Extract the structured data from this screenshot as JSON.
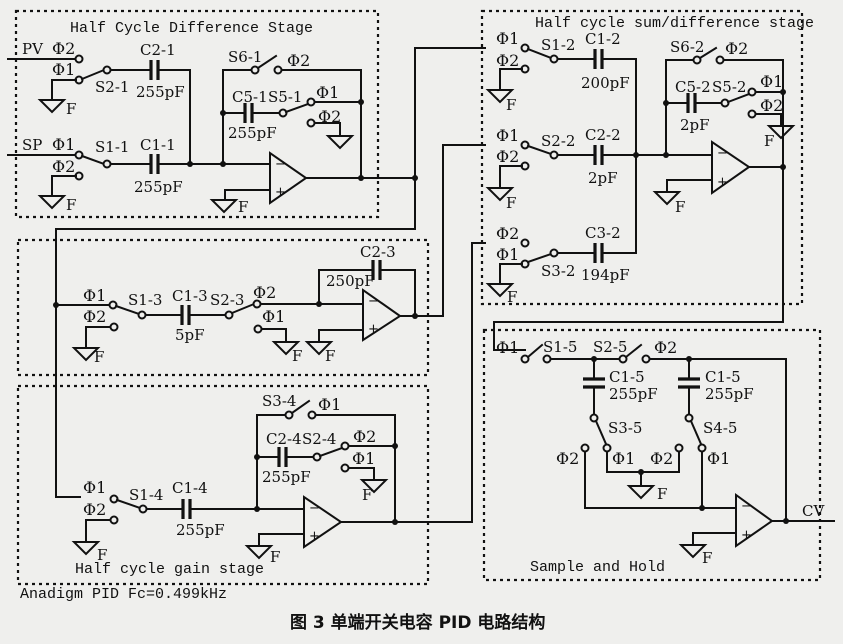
{
  "figure": {
    "caption": "图 3   单端开关电容 PID 电路结构",
    "note": "Anadigm PID Fc=0.499kHz"
  },
  "signals": {
    "pv": "PV",
    "sp": "SP",
    "cv": "CV"
  },
  "phases": {
    "p1": "Φ1",
    "p2": "Φ2"
  },
  "ground_label": "F",
  "stages": {
    "diff": {
      "title": "Half Cycle Difference Stage",
      "S2": "S2-1",
      "S1": "S1-1",
      "S6": "S6-1",
      "S5": "S5-1",
      "C2": "C2-1",
      "C2v": "255pF",
      "C1": "C1-1",
      "C1v": "255pF",
      "C5": "C5-1",
      "C5v": "255pF"
    },
    "sum": {
      "title": "Half cycle sum/difference stage",
      "S1": "S1-2",
      "S2": "S2-2",
      "S3": "S3-2",
      "S6": "S6-2",
      "S5": "S5-2",
      "C1": "C1-2",
      "C1v": "200pF",
      "C2": "C2-2",
      "C2v": "2pF",
      "C3": "C3-2",
      "C3v": "194pF",
      "C5": "C5-2",
      "C5v": "2pF"
    },
    "integ": {
      "S1": "S1-3",
      "S2": "S2-3",
      "C1": "C1-3",
      "C1v": "5pF",
      "C2": "C2-3",
      "C2v": "250pF"
    },
    "gain": {
      "title": "Half cycle gain stage",
      "S1": "S1-4",
      "S2": "S2-4",
      "S3": "S3-4",
      "C1": "C1-4",
      "C1v": "255pF",
      "C2": "C2-4",
      "C2v": "255pF"
    },
    "sh": {
      "title": "Sample and Hold",
      "S1": "S1-5",
      "S2": "S2-5",
      "S3": "S3-5",
      "S4": "S4-5",
      "Ca": "C1-5",
      "Cav": "255pF",
      "Cb": "C1-5",
      "Cbv": "255pF"
    }
  },
  "opamp": {
    "minus": "−",
    "plus": "+"
  }
}
